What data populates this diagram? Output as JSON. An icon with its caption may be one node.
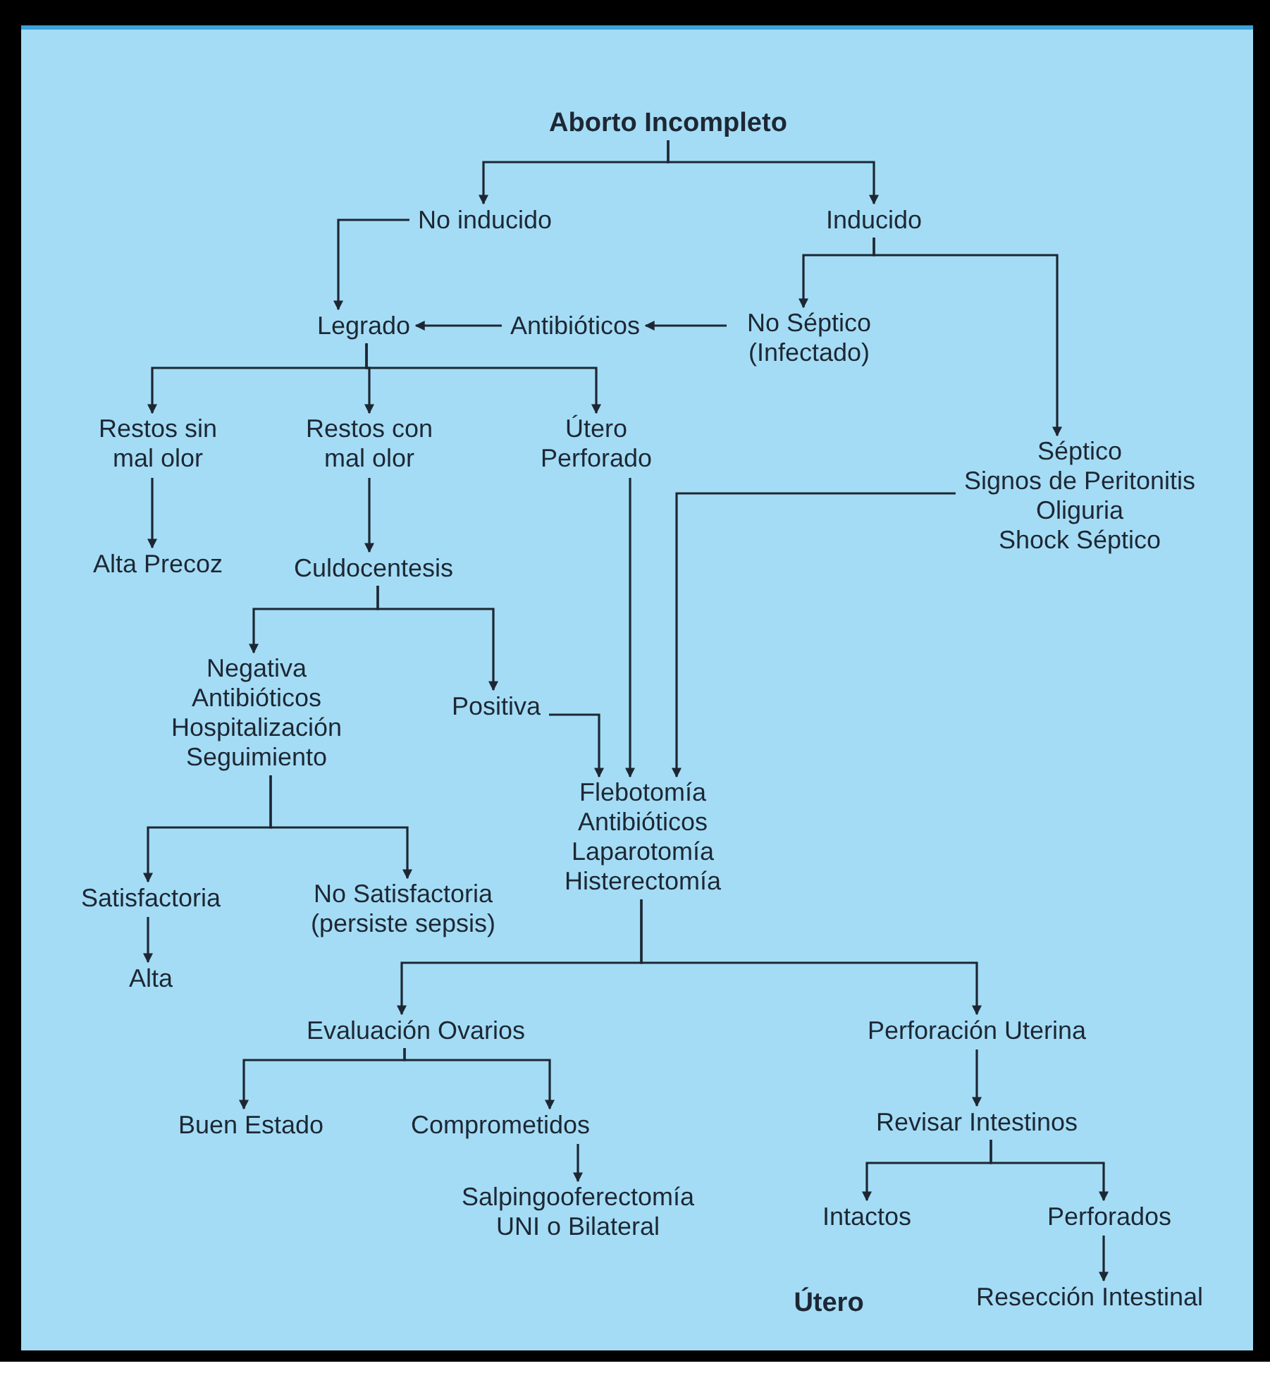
{
  "diagram": {
    "nodes": [
      {
        "text": [
          "Aborto Incompleto"
        ]
      },
      {
        "text": [
          "No inducido"
        ]
      },
      {
        "text": [
          "Inducido"
        ]
      },
      {
        "text": [
          "Legrado"
        ]
      },
      {
        "text": [
          "Antibióticos"
        ]
      },
      {
        "text": [
          "No Séptico (Infectado)"
        ]
      },
      {
        "text": [
          "Restos sin mal olor"
        ]
      },
      {
        "text": [
          "Restos con mal olor"
        ]
      },
      {
        "text": [
          "Útero Perforado"
        ]
      },
      {
        "text": [
          "Séptico",
          "Signos de Peritonitis",
          "Oliguria",
          "Shock Séptico"
        ]
      },
      {
        "text": [
          "Alta Precoz"
        ]
      },
      {
        "text": [
          "Culdocentesis"
        ]
      },
      {
        "text": [
          "Negativa",
          "Antibióticos",
          "Hospitalización",
          "Seguimiento"
        ]
      },
      {
        "text": [
          "Positiva"
        ]
      },
      {
        "text": [
          "Flebotomía",
          "Antibióticos",
          "Laparotomía",
          "Histerectomía"
        ]
      },
      {
        "text": [
          "Satisfactoria"
        ]
      },
      {
        "text": [
          "No Satisfactoria (persiste sepsis)"
        ]
      },
      {
        "text": [
          "Alta"
        ]
      },
      {
        "text": [
          "Evaluación Ovarios"
        ]
      },
      {
        "text": [
          "Perforación Uterina"
        ]
      },
      {
        "text": [
          "Buen Estado"
        ]
      },
      {
        "text": [
          "Comprometidos"
        ]
      },
      {
        "text": [
          "Revisar Intestinos"
        ]
      },
      {
        "text": [
          "Salpingooferectomía UNI o Bilateral"
        ]
      },
      {
        "text": [
          "Intactos"
        ]
      },
      {
        "text": [
          "Perforados"
        ]
      },
      {
        "text": [
          "Resección Intestinal"
        ]
      }
    ],
    "edges": [
      {
        "from": 0,
        "to": 1,
        "arrow": "to"
      },
      {
        "from": 0,
        "to": 2,
        "arrow": "to"
      },
      {
        "from": 1,
        "to": 3,
        "arrow": "to"
      },
      {
        "from": 2,
        "to": 5,
        "arrow": "to"
      },
      {
        "from": 2,
        "to": 9,
        "arrow": "to"
      },
      {
        "from": 5,
        "to": 4,
        "arrow": "to"
      },
      {
        "from": 4,
        "to": 3,
        "arrow": "to"
      },
      {
        "from": 3,
        "to": 6,
        "arrow": "to"
      },
      {
        "from": 3,
        "to": 7,
        "arrow": "to"
      },
      {
        "from": 3,
        "to": 8,
        "arrow": "to"
      },
      {
        "from": 6,
        "to": 10,
        "arrow": "to"
      },
      {
        "from": 7,
        "to": 11,
        "arrow": "to"
      },
      {
        "from": 8,
        "to": 14,
        "arrow": "to"
      },
      {
        "from": 9,
        "to": 14,
        "arrow": "to"
      },
      {
        "from": 11,
        "to": 12,
        "arrow": "to"
      },
      {
        "from": 11,
        "to": 13,
        "arrow": "to"
      },
      {
        "from": 13,
        "to": 14,
        "arrow": "to"
      },
      {
        "from": 12,
        "to": 15,
        "arrow": "to"
      },
      {
        "from": 12,
        "to": 16,
        "arrow": "to"
      },
      {
        "from": 15,
        "to": 17,
        "arrow": "to"
      },
      {
        "from": 14,
        "to": 18,
        "arrow": "to"
      },
      {
        "from": 14,
        "to": 19,
        "arrow": "to"
      },
      {
        "from": 18,
        "to": 20,
        "arrow": "to"
      },
      {
        "from": 18,
        "to": 21,
        "arrow": "to"
      },
      {
        "from": 19,
        "to": 22,
        "arrow": "to"
      },
      {
        "from": 21,
        "to": 23,
        "arrow": "to"
      },
      {
        "from": 22,
        "to": 24,
        "arrow": "to"
      },
      {
        "from": 22,
        "to": 25,
        "arrow": "to"
      },
      {
        "from": 25,
        "to": 26,
        "arrow": "to"
      }
    ],
    "labels": [
      "Útero"
    ]
  }
}
